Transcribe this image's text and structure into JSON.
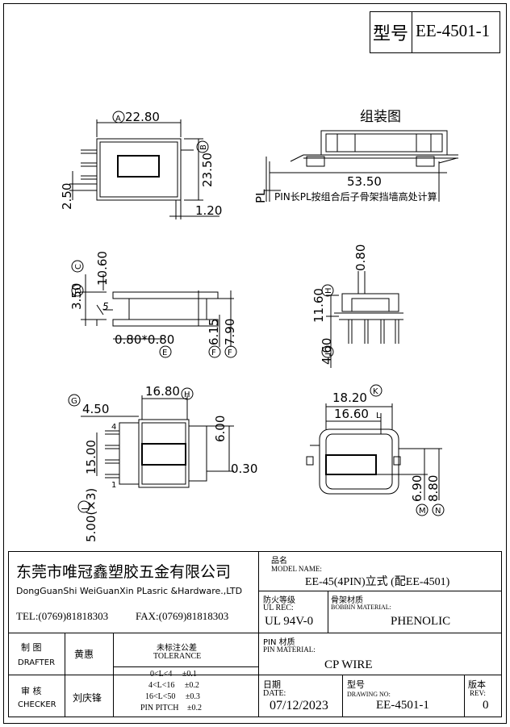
{
  "header": {
    "model_label": "型号",
    "model_value": "EE-4501-1"
  },
  "drawing": {
    "assembly_title": "组装图",
    "views": {
      "top_left": {
        "A_label": "A",
        "A_dim": "22.80",
        "B_dim": "23.50",
        "B_label": "B",
        "left_dim": "2.50",
        "bottom_dim": "1.20"
      },
      "top_right": {
        "length_dim": "53.50",
        "pl_label": "PL",
        "pin_note": "PIN长PL按组合后子骨架挡墙高处计算"
      },
      "mid_left": {
        "C_dim": "10.60",
        "C_label": "C",
        "D_dim": "3.50",
        "D_label": "D",
        "five_label": "5",
        "pin_dim": "0.80*0.80",
        "E_label": "E",
        "F_dim": "6.15",
        "F_label": "F",
        "G_dim": "7.90",
        "G_label": "F"
      },
      "mid_right": {
        "top_dim": "0.80",
        "height_dim": "11.60",
        "H_label": "H",
        "bottom_dim": "4.60",
        "I_label": "I"
      },
      "bot_left": {
        "G_label": "G",
        "left_dim": "4.50",
        "width_dim": "16.80",
        "H_label": "H",
        "right_dim": "6.00",
        "small_dim": "0.30",
        "pitch_dim": "15.00",
        "pitch_note": "5.00(×3)",
        "J_label": "J",
        "pin_4": "4",
        "pin_1": "1"
      },
      "bot_right": {
        "outer_dim": "18.20",
        "K_label": "K",
        "inner_dim": "16.60",
        "L_label": "L",
        "M_dim": "6.90",
        "M_label": "M",
        "N_dim": "8.80",
        "N_label": "N"
      }
    }
  },
  "title_block": {
    "company_cn": "东莞市唯冠鑫塑胶五金有限公司",
    "company_en": "DongGuanShi WeiGuanXin PLasric &Hardware.,LTD",
    "tel": "TEL:(0769)81818303",
    "fax": "FAX:(0769)81818303",
    "product_name_cn": "品名",
    "product_name_en": "MODEL NAME:",
    "product_name_value": "EE-45(4PIN)立式 (配EE-4501)",
    "flame_cn": "防火等级",
    "flame_en": "UL REC:",
    "flame_value": "UL 94V-0",
    "bobbin_cn": "骨架材质",
    "bobbin_en": "BOBBIN MATERIAL:",
    "bobbin_value": "PHENOLIC",
    "drafter_cn": "制  图",
    "drafter_en": "DRAFTER",
    "drafter_name": "黄惠",
    "tolerance_cn": "未标注公差",
    "tolerance_en": "TOLERANCE",
    "pin_mat_cn": "PIN 材质",
    "pin_mat_en": "PIN MATERIAL:",
    "pin_mat_value": "CP WIRE",
    "checker_cn": "审  核",
    "checker_en": "CHECKER",
    "checker_name": "刘庆锋",
    "tolerances": [
      {
        "range": "0<L<4",
        "value": "±0.1"
      },
      {
        "range": "4<L<16",
        "value": "±0.2"
      },
      {
        "range": "16<L<50",
        "value": "±0.3"
      },
      {
        "range": "PIN PITCH",
        "value": "±0.2"
      }
    ],
    "date_cn": "日期",
    "date_en": "DATE:",
    "date_value": "07/12/2023",
    "drawing_no_cn": "型号",
    "drawing_no_en": "DRAWING NO:",
    "drawing_no_value": "EE-4501-1",
    "rev_cn": "版本",
    "rev_en": "REV:",
    "rev_value": "0"
  }
}
